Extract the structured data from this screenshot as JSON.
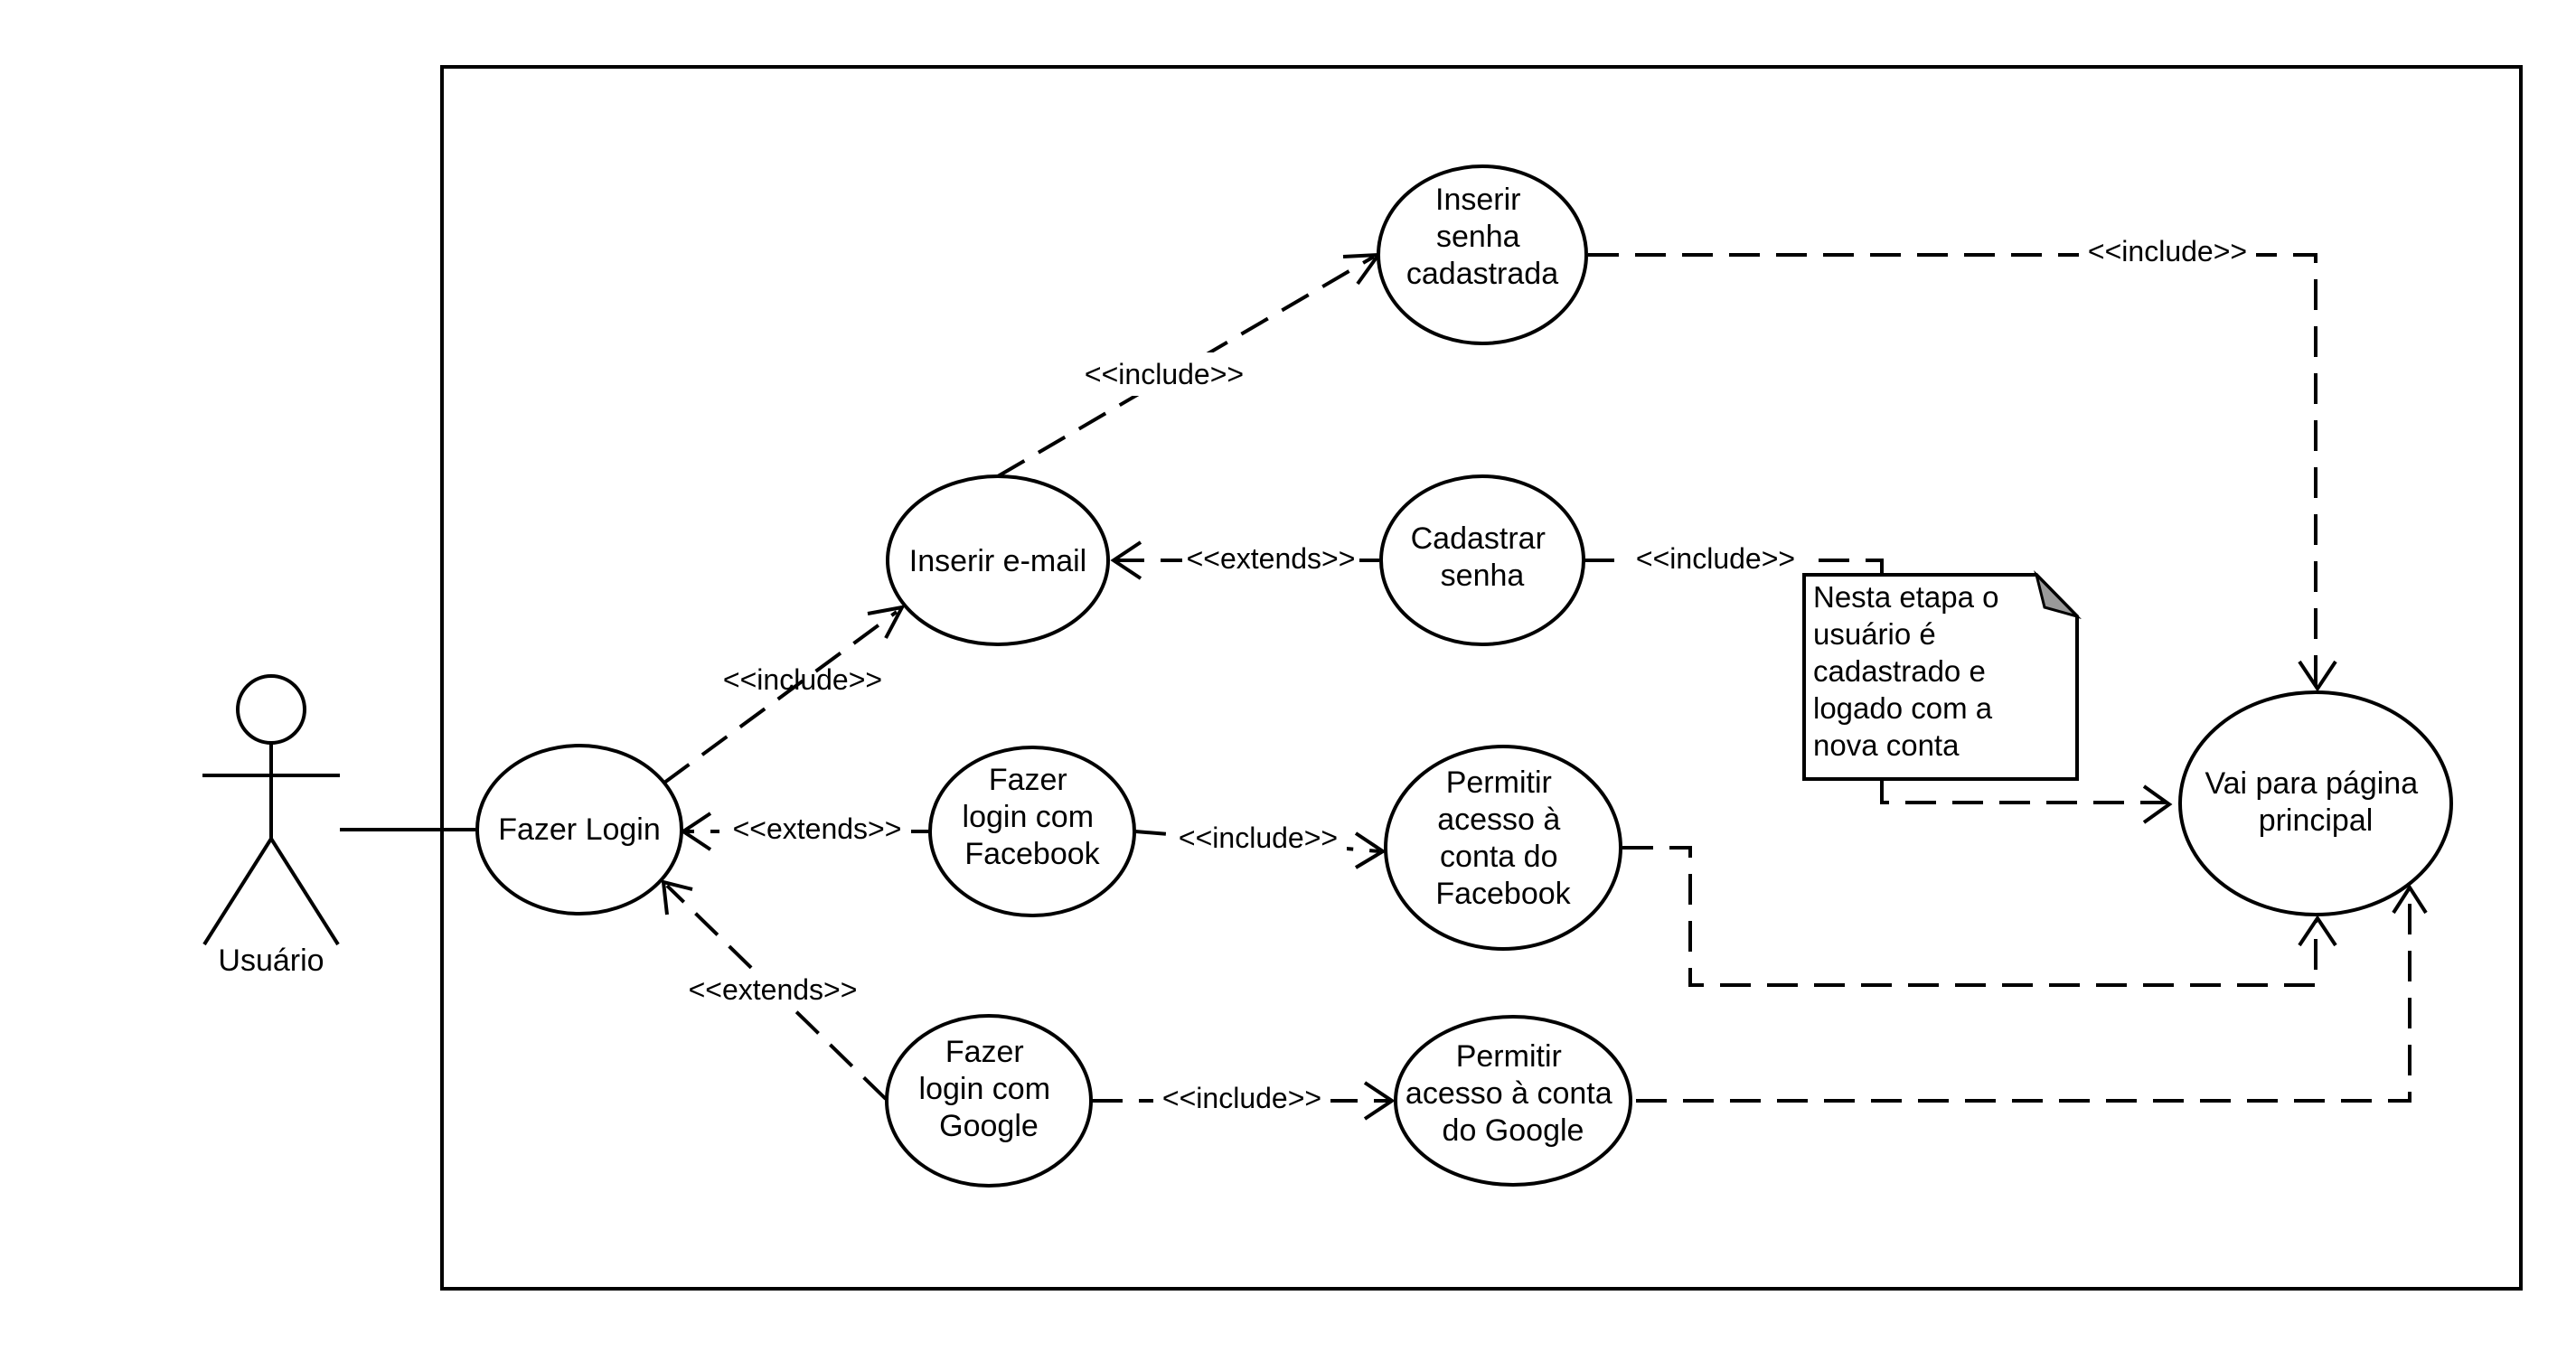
{
  "actor": {
    "label": "Usuário"
  },
  "use_cases": {
    "fazer_login": [
      "Fazer Login"
    ],
    "inserir_email": [
      "Inserir e-mail"
    ],
    "inserir_senha": [
      "Inserir",
      "senha",
      "cadastrada"
    ],
    "cadastrar_senha": [
      "Cadastrar",
      "senha"
    ],
    "login_facebook": [
      "Fazer",
      "login com",
      "Facebook"
    ],
    "acesso_facebook": [
      "Permitir",
      "acesso à",
      "conta do",
      "Facebook"
    ],
    "login_google": [
      "Fazer",
      "login com",
      "Google"
    ],
    "acesso_google": [
      "Permitir",
      "acesso à conta",
      "do Google"
    ],
    "pagina_principal": [
      "Vai para página",
      "principal"
    ]
  },
  "note": {
    "lines": [
      "Nesta etapa o",
      "usuário é",
      "cadastrado e",
      "logado com a",
      "nova conta"
    ]
  },
  "relations": {
    "login_to_email": "<<include>>",
    "email_to_senha": "<<include>>",
    "cadastrar_to_email": "<<extends>>",
    "cadastrar_to_note": "<<include>>",
    "senha_to_principal": "<<include>>",
    "facebook_to_login": "<<extends>>",
    "facebook_to_acesso": "<<include>>",
    "google_to_login": "<<extends>>",
    "google_to_acesso": "<<include>>"
  }
}
